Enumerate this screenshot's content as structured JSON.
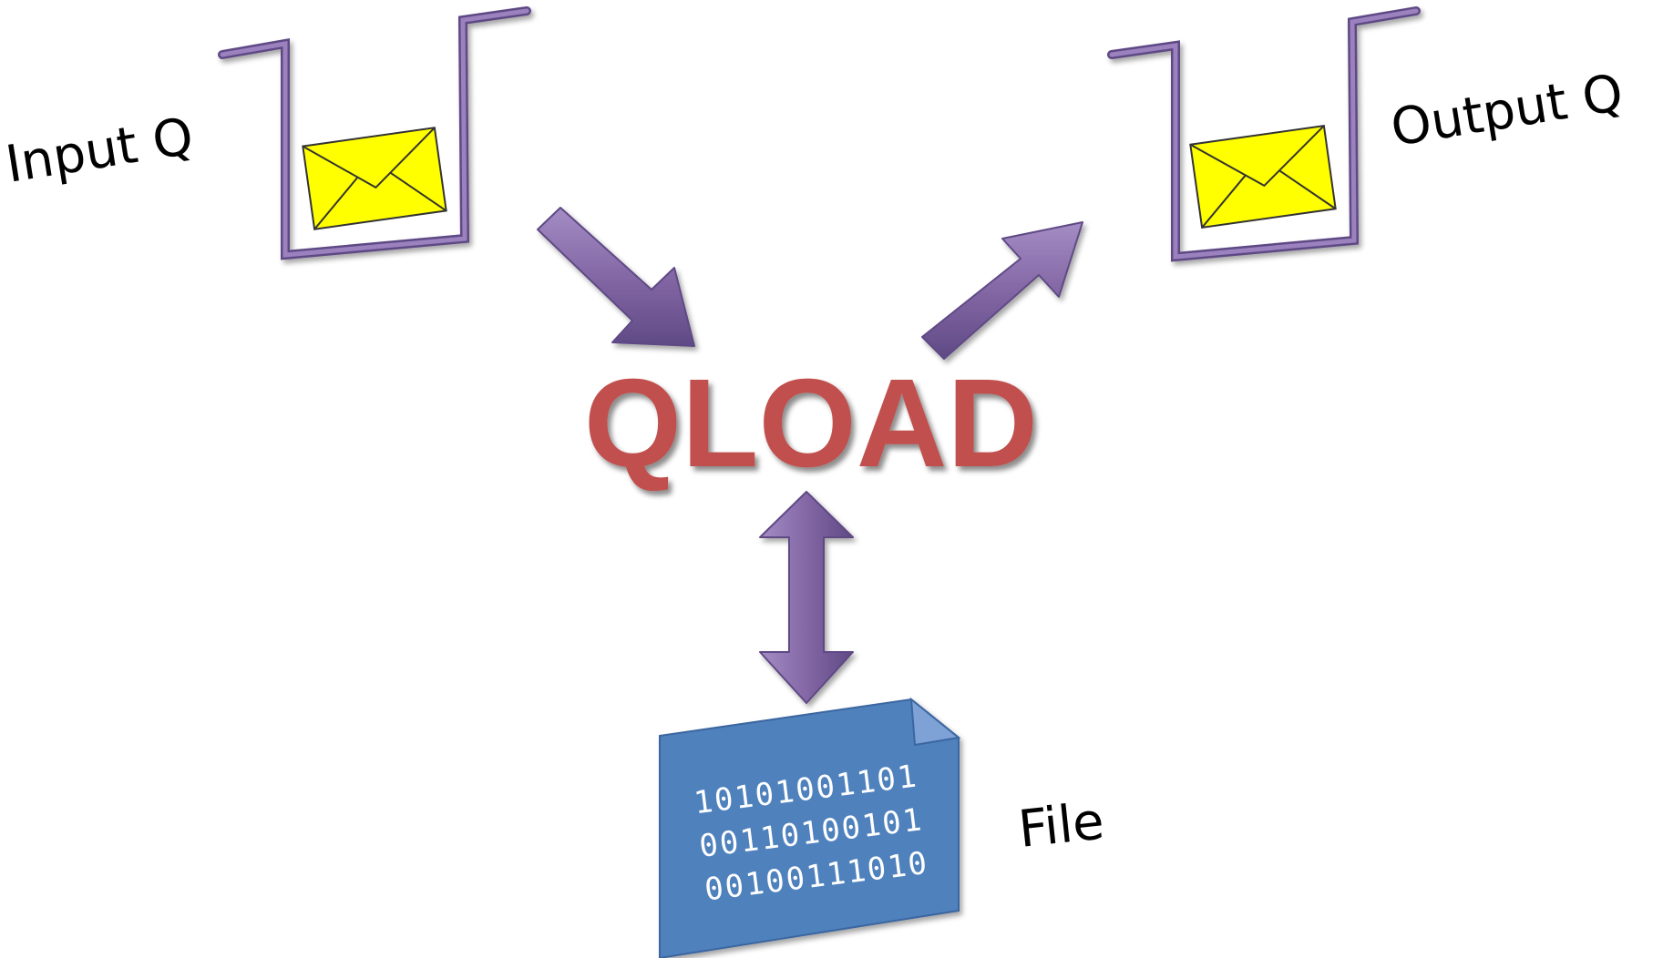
{
  "labels": {
    "input_queue": "Input Q",
    "output_queue": "Output Q",
    "center": "QLOAD",
    "file": "File"
  },
  "file_content": {
    "lines": [
      "10101001101",
      "00110100101",
      "00100111010"
    ]
  },
  "colors": {
    "purple": "#8064a2",
    "purple_dark": "#5f4a85",
    "purple_light": "#a48cc4",
    "envelope_fill": "#ffff00",
    "envelope_stroke": "#333333",
    "qload_red": "#c0504d",
    "file_blue": "#4f81bd",
    "file_blue_dark": "#3a66a0",
    "file_fold": "#7ea2d6",
    "text_black": "#000000",
    "text_white": "#ffffff"
  },
  "icons": {
    "input_envelope": "envelope-icon",
    "output_envelope": "envelope-icon",
    "input_queue": "queue-bucket-icon",
    "output_queue": "queue-bucket-icon",
    "file": "binary-file-icon"
  }
}
